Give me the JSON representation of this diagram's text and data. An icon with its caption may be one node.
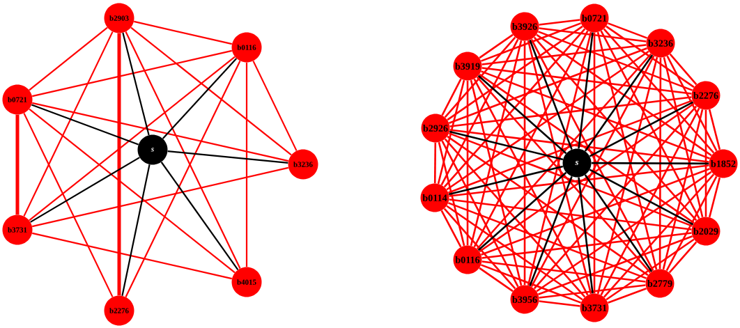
{
  "diagram": {
    "nodes": [
      {
        "text": [
          "b2903"
        ]
      },
      {
        "text": [
          "b0116"
        ]
      },
      {
        "text": [
          "b0721"
        ]
      },
      {
        "text": [
          "s"
        ]
      },
      {
        "text": [
          "b3236"
        ]
      },
      {
        "text": [
          "b3731"
        ]
      },
      {
        "text": [
          "b4015"
        ]
      },
      {
        "text": [
          "b2276"
        ]
      },
      {
        "text": [
          "b0721"
        ]
      },
      {
        "text": [
          "b3926"
        ]
      },
      {
        "text": [
          "b3236"
        ]
      },
      {
        "text": [
          "b3919"
        ]
      },
      {
        "text": [
          "b2276"
        ]
      },
      {
        "text": [
          "b2926"
        ]
      },
      {
        "text": [
          "s"
        ]
      },
      {
        "text": [
          "b1852"
        ]
      },
      {
        "text": [
          "b0114"
        ]
      },
      {
        "text": [
          "b2029"
        ]
      },
      {
        "text": [
          "b0116"
        ]
      },
      {
        "text": [
          "b2779"
        ]
      },
      {
        "text": [
          "b3956"
        ]
      },
      {
        "text": [
          "b3731"
        ]
      }
    ],
    "edges": [
      {
        "from": 0,
        "to": 1,
        "arrow": "none"
      },
      {
        "from": 0,
        "to": 2,
        "arrow": "none"
      },
      {
        "from": 0,
        "to": 4,
        "arrow": "none"
      },
      {
        "from": 0,
        "to": 5,
        "arrow": "none"
      },
      {
        "from": 0,
        "to": 6,
        "arrow": "none"
      },
      {
        "from": 0,
        "to": 7,
        "arrow": "none",
        "style": "thick"
      },
      {
        "from": 1,
        "to": 2,
        "arrow": "none"
      },
      {
        "from": 1,
        "to": 4,
        "arrow": "none"
      },
      {
        "from": 1,
        "to": 5,
        "arrow": "none"
      },
      {
        "from": 1,
        "to": 6,
        "arrow": "none"
      },
      {
        "from": 1,
        "to": 7,
        "arrow": "none"
      },
      {
        "from": 2,
        "to": 4,
        "arrow": "none"
      },
      {
        "from": 2,
        "to": 5,
        "arrow": "none",
        "style": "thick"
      },
      {
        "from": 2,
        "to": 6,
        "arrow": "none"
      },
      {
        "from": 2,
        "to": 7,
        "arrow": "none"
      },
      {
        "from": 4,
        "to": 5,
        "arrow": "none"
      },
      {
        "from": 5,
        "to": 6,
        "arrow": "none"
      },
      {
        "from": 3,
        "to": 0,
        "arrow": "none",
        "color": "#000000"
      },
      {
        "from": 3,
        "to": 1,
        "arrow": "none",
        "color": "#000000"
      },
      {
        "from": 3,
        "to": 2,
        "arrow": "none",
        "color": "#000000"
      },
      {
        "from": 3,
        "to": 4,
        "arrow": "none",
        "color": "#000000"
      },
      {
        "from": 3,
        "to": 5,
        "arrow": "none",
        "color": "#000000"
      },
      {
        "from": 3,
        "to": 6,
        "arrow": "none",
        "color": "#000000"
      },
      {
        "from": 3,
        "to": 7,
        "arrow": "none",
        "color": "#000000"
      },
      {
        "from": 8,
        "to": 9,
        "arrow": "none"
      },
      {
        "from": 8,
        "to": 10,
        "arrow": "none"
      },
      {
        "from": 8,
        "to": 11,
        "arrow": "none"
      },
      {
        "from": 8,
        "to": 12,
        "arrow": "none"
      },
      {
        "from": 8,
        "to": 13,
        "arrow": "none"
      },
      {
        "from": 8,
        "to": 15,
        "arrow": "none"
      },
      {
        "from": 8,
        "to": 16,
        "arrow": "none"
      },
      {
        "from": 8,
        "to": 17,
        "arrow": "none"
      },
      {
        "from": 8,
        "to": 18,
        "arrow": "none"
      },
      {
        "from": 8,
        "to": 19,
        "arrow": "none"
      },
      {
        "from": 8,
        "to": 20,
        "arrow": "none"
      },
      {
        "from": 8,
        "to": 21,
        "arrow": "none"
      },
      {
        "from": 9,
        "to": 10,
        "arrow": "none"
      },
      {
        "from": 9,
        "to": 11,
        "arrow": "none"
      },
      {
        "from": 9,
        "to": 12,
        "arrow": "none"
      },
      {
        "from": 9,
        "to": 13,
        "arrow": "none"
      },
      {
        "from": 9,
        "to": 15,
        "arrow": "none"
      },
      {
        "from": 9,
        "to": 16,
        "arrow": "none"
      },
      {
        "from": 9,
        "to": 17,
        "arrow": "none"
      },
      {
        "from": 9,
        "to": 18,
        "arrow": "none"
      },
      {
        "from": 9,
        "to": 19,
        "arrow": "none"
      },
      {
        "from": 9,
        "to": 20,
        "arrow": "none"
      },
      {
        "from": 9,
        "to": 21,
        "arrow": "none"
      },
      {
        "from": 10,
        "to": 11,
        "arrow": "none"
      },
      {
        "from": 10,
        "to": 12,
        "arrow": "none"
      },
      {
        "from": 10,
        "to": 13,
        "arrow": "none"
      },
      {
        "from": 10,
        "to": 15,
        "arrow": "none"
      },
      {
        "from": 10,
        "to": 16,
        "arrow": "none"
      },
      {
        "from": 10,
        "to": 17,
        "arrow": "none"
      },
      {
        "from": 10,
        "to": 18,
        "arrow": "none"
      },
      {
        "from": 10,
        "to": 19,
        "arrow": "none"
      },
      {
        "from": 10,
        "to": 20,
        "arrow": "none"
      },
      {
        "from": 10,
        "to": 21,
        "arrow": "none"
      },
      {
        "from": 11,
        "to": 12,
        "arrow": "none"
      },
      {
        "from": 11,
        "to": 13,
        "arrow": "none"
      },
      {
        "from": 11,
        "to": 15,
        "arrow": "none"
      },
      {
        "from": 11,
        "to": 16,
        "arrow": "none"
      },
      {
        "from": 11,
        "to": 17,
        "arrow": "none"
      },
      {
        "from": 11,
        "to": 18,
        "arrow": "none"
      },
      {
        "from": 11,
        "to": 19,
        "arrow": "none"
      },
      {
        "from": 11,
        "to": 20,
        "arrow": "none"
      },
      {
        "from": 11,
        "to": 21,
        "arrow": "none"
      },
      {
        "from": 12,
        "to": 13,
        "arrow": "none"
      },
      {
        "from": 12,
        "to": 15,
        "arrow": "none"
      },
      {
        "from": 12,
        "to": 16,
        "arrow": "none"
      },
      {
        "from": 12,
        "to": 17,
        "arrow": "none"
      },
      {
        "from": 12,
        "to": 18,
        "arrow": "none"
      },
      {
        "from": 12,
        "to": 19,
        "arrow": "none"
      },
      {
        "from": 12,
        "to": 20,
        "arrow": "none"
      },
      {
        "from": 12,
        "to": 21,
        "arrow": "none"
      },
      {
        "from": 13,
        "to": 15,
        "arrow": "none"
      },
      {
        "from": 13,
        "to": 16,
        "arrow": "none"
      },
      {
        "from": 13,
        "to": 17,
        "arrow": "none"
      },
      {
        "from": 13,
        "to": 18,
        "arrow": "none"
      },
      {
        "from": 13,
        "to": 19,
        "arrow": "none"
      },
      {
        "from": 13,
        "to": 20,
        "arrow": "none"
      },
      {
        "from": 13,
        "to": 21,
        "arrow": "none"
      },
      {
        "from": 15,
        "to": 16,
        "arrow": "none"
      },
      {
        "from": 15,
        "to": 17,
        "arrow": "none"
      },
      {
        "from": 15,
        "to": 18,
        "arrow": "none"
      },
      {
        "from": 15,
        "to": 19,
        "arrow": "none"
      },
      {
        "from": 15,
        "to": 20,
        "arrow": "none"
      },
      {
        "from": 15,
        "to": 21,
        "arrow": "none"
      },
      {
        "from": 16,
        "to": 17,
        "arrow": "none"
      },
      {
        "from": 16,
        "to": 18,
        "arrow": "none"
      },
      {
        "from": 16,
        "to": 19,
        "arrow": "none"
      },
      {
        "from": 16,
        "to": 20,
        "arrow": "none"
      },
      {
        "from": 16,
        "to": 21,
        "arrow": "none"
      },
      {
        "from": 17,
        "to": 18,
        "arrow": "none"
      },
      {
        "from": 17,
        "to": 19,
        "arrow": "none"
      },
      {
        "from": 17,
        "to": 20,
        "arrow": "none"
      },
      {
        "from": 17,
        "to": 21,
        "arrow": "none"
      },
      {
        "from": 18,
        "to": 19,
        "arrow": "none"
      },
      {
        "from": 18,
        "to": 20,
        "arrow": "none"
      },
      {
        "from": 18,
        "to": 21,
        "arrow": "none"
      },
      {
        "from": 19,
        "to": 20,
        "arrow": "none"
      },
      {
        "from": 19,
        "to": 21,
        "arrow": "none"
      },
      {
        "from": 20,
        "to": 21,
        "arrow": "none"
      },
      {
        "from": 14,
        "to": 8,
        "arrow": "none",
        "color": "#000000"
      },
      {
        "from": 14,
        "to": 9,
        "arrow": "none",
        "color": "#000000"
      },
      {
        "from": 14,
        "to": 10,
        "arrow": "none",
        "color": "#000000"
      },
      {
        "from": 14,
        "to": 11,
        "arrow": "none",
        "color": "#000000"
      },
      {
        "from": 14,
        "to": 12,
        "arrow": "none",
        "color": "#000000"
      },
      {
        "from": 14,
        "to": 13,
        "arrow": "none",
        "color": "#000000"
      },
      {
        "from": 14,
        "to": 15,
        "arrow": "none",
        "color": "#000000"
      },
      {
        "from": 14,
        "to": 16,
        "arrow": "none",
        "color": "#000000"
      },
      {
        "from": 14,
        "to": 17,
        "arrow": "none",
        "color": "#000000"
      },
      {
        "from": 14,
        "to": 18,
        "arrow": "none",
        "color": "#000000"
      },
      {
        "from": 14,
        "to": 19,
        "arrow": "none",
        "color": "#000000"
      },
      {
        "from": 14,
        "to": 20,
        "arrow": "none",
        "color": "#000000"
      },
      {
        "from": 14,
        "to": 21,
        "arrow": "none",
        "color": "#000000"
      }
    ]
  }
}
